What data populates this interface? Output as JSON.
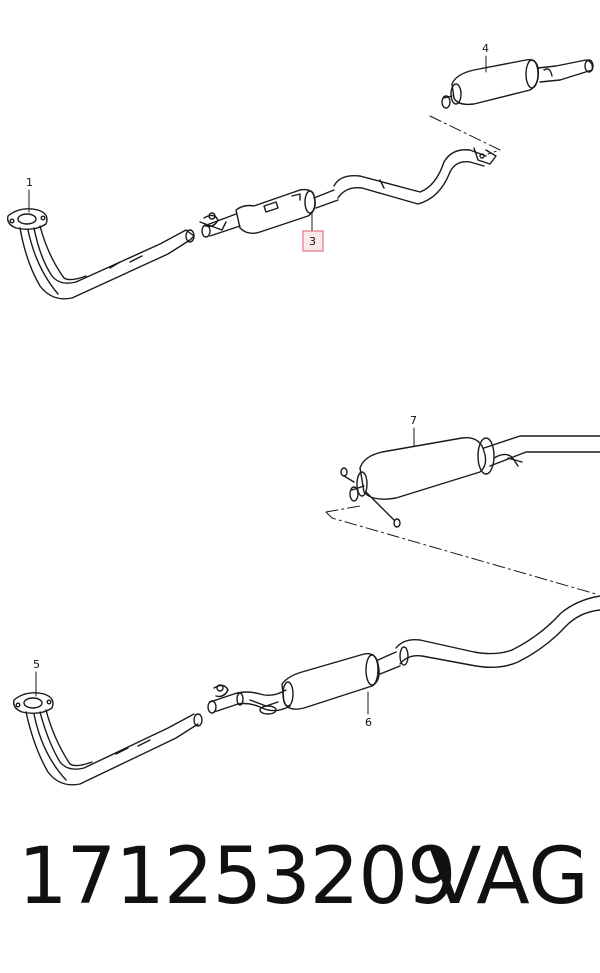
{
  "callouts": {
    "c1": "1",
    "c3": "3",
    "c4": "4",
    "c5": "5",
    "c6": "6",
    "c7": "7"
  },
  "highlight_color": "#e05a6a",
  "footer": {
    "part_number": "171253209",
    "brand": "VAG"
  }
}
